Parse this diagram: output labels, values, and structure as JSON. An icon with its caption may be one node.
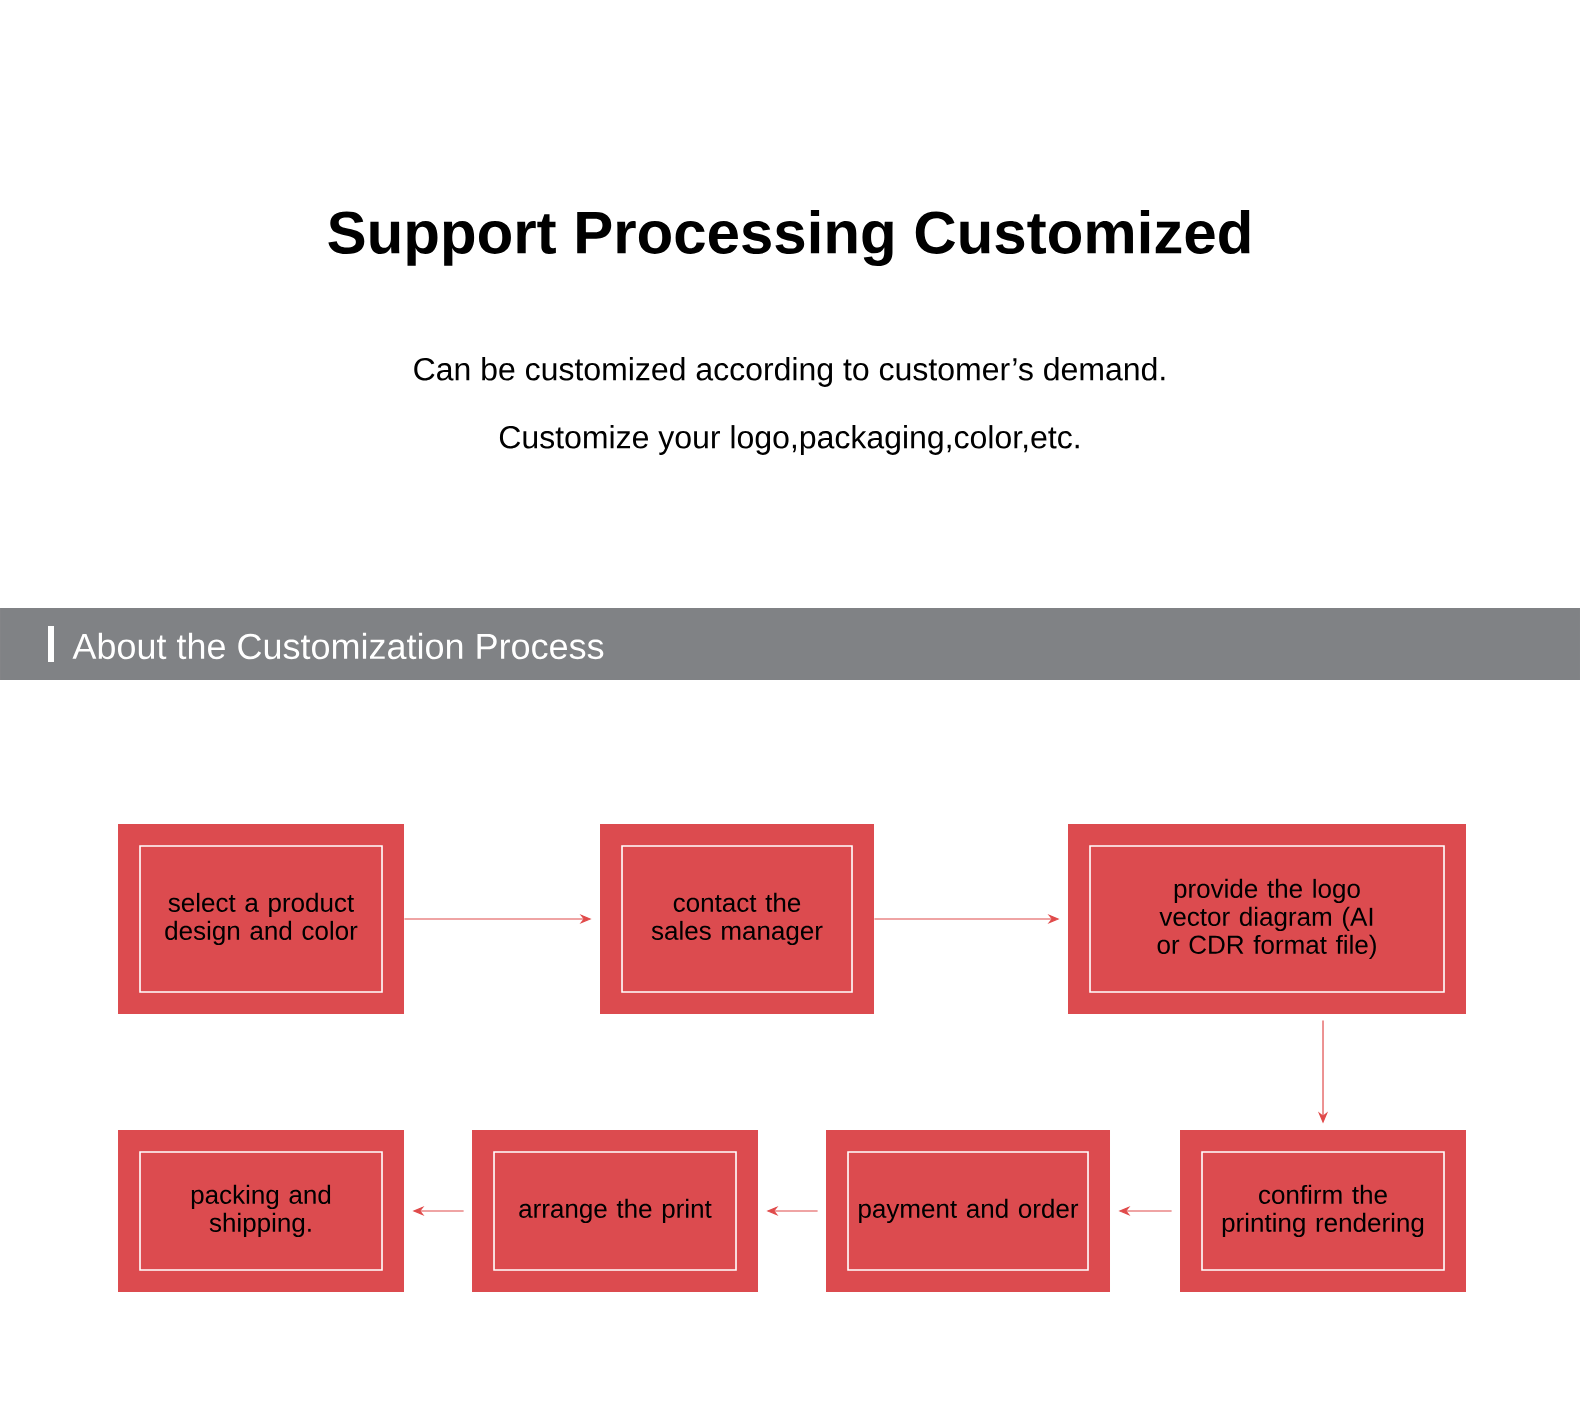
{
  "diagram": {
    "title": "Support Processing Customized",
    "labels": [
      "Can be customized according to customer’s demand.",
      "Customize your logo,packaging,color,etc."
    ],
    "nodes": [
      {
        "text": [
          "About the Customization Process"
        ]
      },
      {
        "text": [
          "select a product design and color"
        ]
      },
      {
        "text": [
          "contact the sales manager"
        ]
      },
      {
        "text": [
          "provide the logo vector diagram (AI or CDR format file)"
        ]
      },
      {
        "text": [
          "confirm the printing rendering"
        ]
      },
      {
        "text": [
          "payment and order"
        ]
      },
      {
        "text": [
          "arrange the print"
        ]
      },
      {
        "text": [
          "packing and shipping."
        ]
      }
    ],
    "edges": [
      {
        "from": 1,
        "to": 2,
        "arrow": "to"
      },
      {
        "from": 2,
        "to": 3,
        "arrow": "to"
      },
      {
        "from": 3,
        "to": 4,
        "arrow": "to"
      },
      {
        "from": 4,
        "to": 5,
        "arrow": "to"
      },
      {
        "from": 5,
        "to": 6,
        "arrow": "to"
      },
      {
        "from": 6,
        "to": 7,
        "arrow": "to"
      }
    ]
  }
}
